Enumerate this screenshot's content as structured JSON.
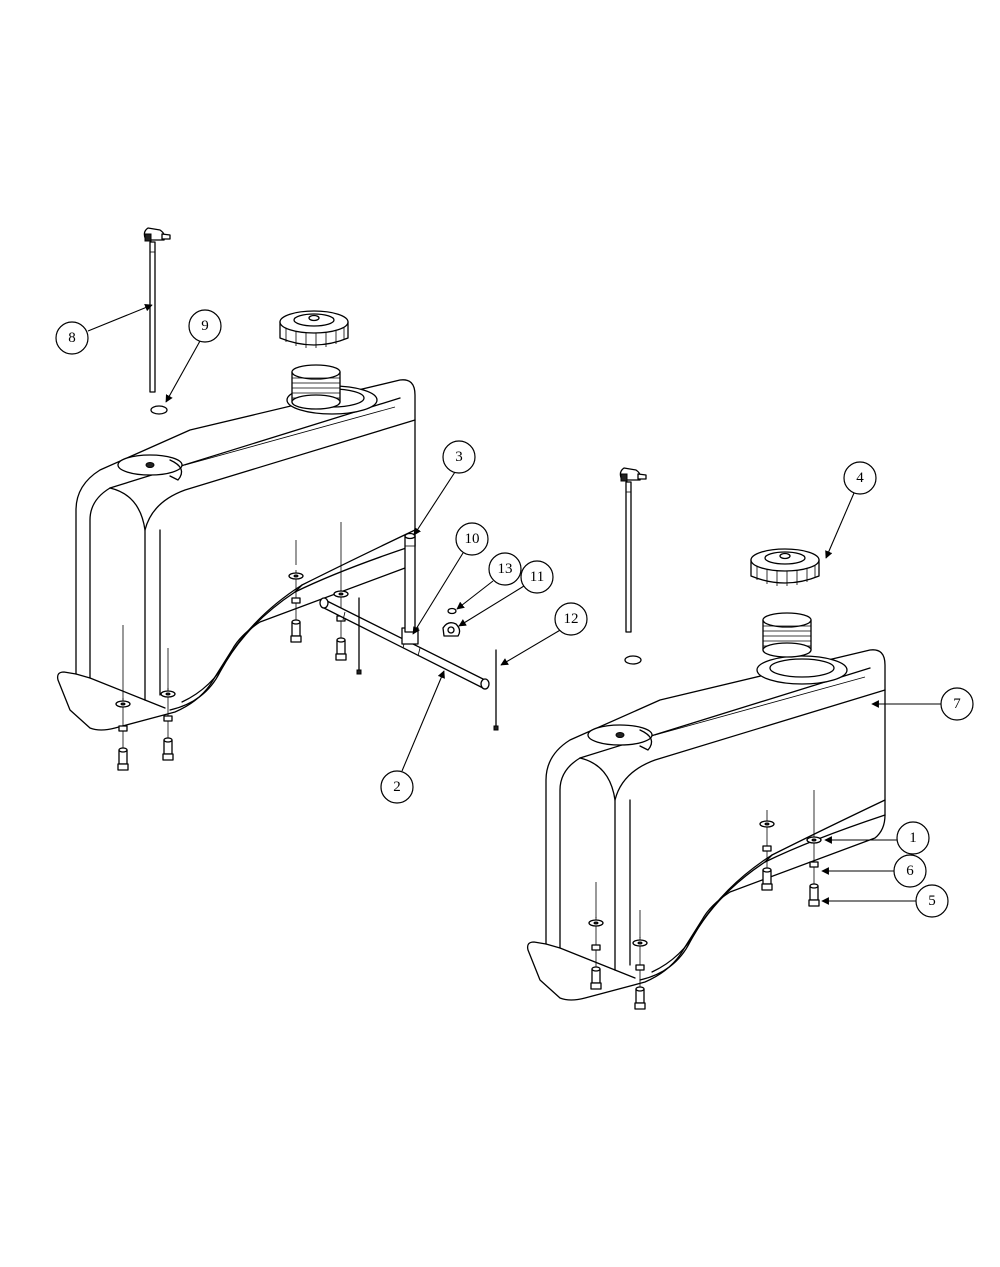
{
  "diagram": {
    "type": "exploded-parts-diagram",
    "colors": {
      "line": "#000000",
      "background": "#ffffff"
    },
    "callouts": [
      {
        "id": "c1",
        "label": "1"
      },
      {
        "id": "c2",
        "label": "2"
      },
      {
        "id": "c3",
        "label": "3"
      },
      {
        "id": "c4",
        "label": "4"
      },
      {
        "id": "c5",
        "label": "5"
      },
      {
        "id": "c6",
        "label": "6"
      },
      {
        "id": "c7",
        "label": "7"
      },
      {
        "id": "c8",
        "label": "8"
      },
      {
        "id": "c9",
        "label": "9"
      },
      {
        "id": "c10",
        "label": "10"
      },
      {
        "id": "c11",
        "label": "11"
      },
      {
        "id": "c12",
        "label": "12"
      },
      {
        "id": "c13",
        "label": "13"
      }
    ]
  }
}
